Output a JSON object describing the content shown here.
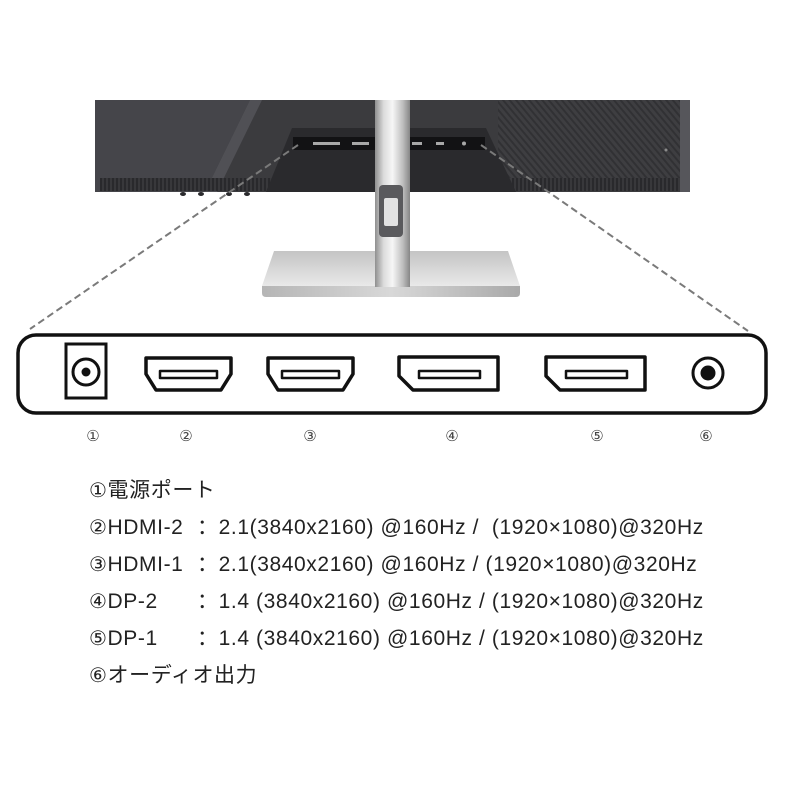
{
  "colors": {
    "outline": "#111111",
    "dashed_line": "#7a7a7a",
    "monitor_body": "#3b3b3e",
    "stand_silver": "#d9d9d9",
    "text": "#222222"
  },
  "ports": [
    {
      "number": "①",
      "icon": "dc-power-port-icon"
    },
    {
      "number": "②",
      "icon": "hdmi-port-icon"
    },
    {
      "number": "③",
      "icon": "hdmi-port-icon"
    },
    {
      "number": "④",
      "icon": "displayport-icon"
    },
    {
      "number": "⑤",
      "icon": "displayport-icon"
    },
    {
      "number": "⑥",
      "icon": "audio-jack-icon"
    }
  ],
  "legend": [
    {
      "number": "①",
      "name": "電源ポート"
    },
    {
      "number": "②",
      "name": "HDMI-2",
      "separator": "：",
      "spec": "2.1(3840x2160) @160Hz /  (1920×1080)@320Hz"
    },
    {
      "number": "③",
      "name": "HDMI-1",
      "separator": "：",
      "spec": "2.1(3840x2160) @160Hz / (1920×1080)@320Hz"
    },
    {
      "number": "④",
      "name": "DP-2",
      "separator": "：",
      "spec": "1.4 (3840x2160) @160Hz / (1920×1080)@320Hz"
    },
    {
      "number": "⑤",
      "name": "DP-1",
      "separator": "：",
      "spec": "1.4 (3840x2160) @160Hz / (1920×1080)@320Hz"
    },
    {
      "number": "⑥",
      "name": "オーディオ出力"
    }
  ]
}
